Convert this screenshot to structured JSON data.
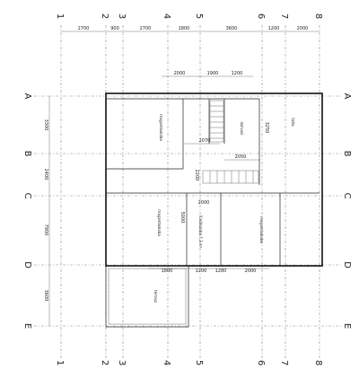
{
  "axes_top": [
    "1",
    "2",
    "3",
    "4",
    "5",
    "6",
    "7",
    "8"
  ],
  "axes_bottom": [
    "1",
    "2",
    "3",
    "4",
    "5",
    "6",
    "7",
    "8"
  ],
  "axes_left": [
    "A",
    "B",
    "C",
    "D",
    "E"
  ],
  "axes_right": [
    "A",
    "B",
    "C",
    "D",
    "E"
  ],
  "top_dims": [
    "2700",
    "900",
    "2700",
    "1800",
    "3600",
    "1200",
    "2000"
  ],
  "upper_dims": [
    "2000",
    "1900",
    "1200"
  ],
  "left_dims": [
    "3300",
    "2400",
    "7900",
    "3600"
  ],
  "interior_dims": {
    "d2070": "2070",
    "d2050": "2050",
    "d3250": "3250",
    "d2200": "2200",
    "d2000_mid": "2000",
    "d5000": "5000",
    "bottom_1800": "1800",
    "bottom_1200": "1200",
    "bottom_1280": "1280",
    "bottom_2000": "2000"
  },
  "rooms": {
    "magamboksba_1": "magamboksba",
    "magamboksba_2": "magamboksba",
    "magamboksba_3": "magamboksba",
    "dorvani": "dorvani",
    "talta": "talta",
    "furdoszoba": "fürdőszoba 7,3 m²",
    "terrasz": "terrasz"
  }
}
